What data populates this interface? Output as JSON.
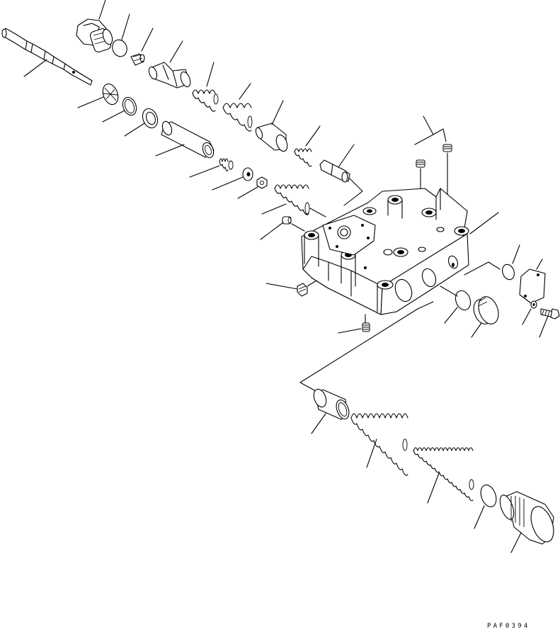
{
  "figure": {
    "code": "PAF0394"
  },
  "parts": [
    "plug",
    "o-ring",
    "spool",
    "stop",
    "valve",
    "spring",
    "spring",
    "piston",
    "spring",
    "plunger",
    "retainer",
    "snap-ring",
    "seat",
    "sleeve",
    "spacer",
    "washer",
    "nut",
    "spring",
    "plug",
    "plug",
    "plug",
    "plugs",
    "valve-body",
    "o-ring",
    "cover",
    "o-ring",
    "plug",
    "washer",
    "bolt",
    "sleeve",
    "spring",
    "spring",
    "o-ring",
    "plug"
  ]
}
